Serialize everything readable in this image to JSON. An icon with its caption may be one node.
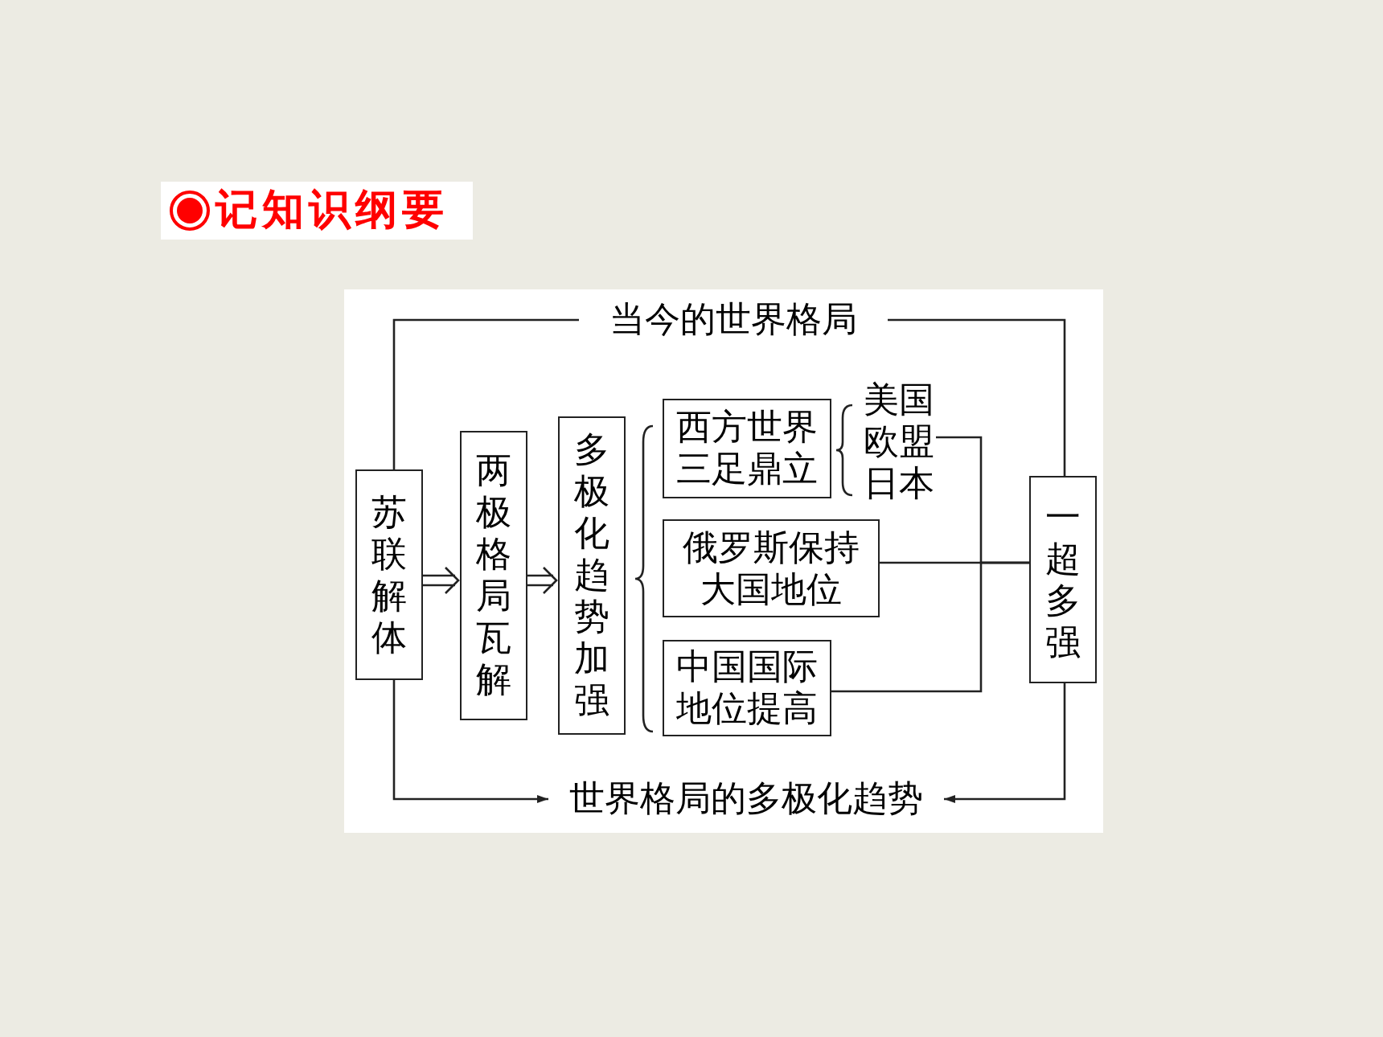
{
  "diagram": {
    "title": "记知识纲要",
    "nodes": [
      {
        "text": [
          "苏联解体"
        ]
      },
      {
        "text": [
          "两极格局瓦解"
        ]
      },
      {
        "text": [
          "多极化趋势加强"
        ]
      },
      {
        "text": [
          "西方世界三足鼎立"
        ]
      },
      {
        "text": [
          "俄罗斯保持大国地位"
        ]
      },
      {
        "text": [
          "中国国际地位提高"
        ]
      },
      {
        "text": [
          "一超多强"
        ]
      },
      {
        "text": [
          "当今的世界格局"
        ]
      },
      {
        "text": [
          "世界格局的多极化趋势"
        ]
      },
      {
        "text": [
          "美国欧盟日本"
        ]
      }
    ],
    "edges": [
      {
        "from": 0,
        "to": 1,
        "arrow": "to"
      },
      {
        "from": 1,
        "to": 2,
        "arrow": "to"
      },
      {
        "from": 0,
        "to": 7,
        "arrow": "none"
      },
      {
        "from": 7,
        "to": 6,
        "arrow": "none"
      },
      {
        "from": 0,
        "to": 8,
        "arrow": "to"
      },
      {
        "from": 6,
        "to": 8,
        "arrow": "to"
      },
      {
        "from": 4,
        "to": 6,
        "arrow": "none"
      },
      {
        "from": 9,
        "to": 6,
        "arrow": "none"
      },
      {
        "from": 5,
        "to": 6,
        "arrow": "none"
      }
    ]
  }
}
